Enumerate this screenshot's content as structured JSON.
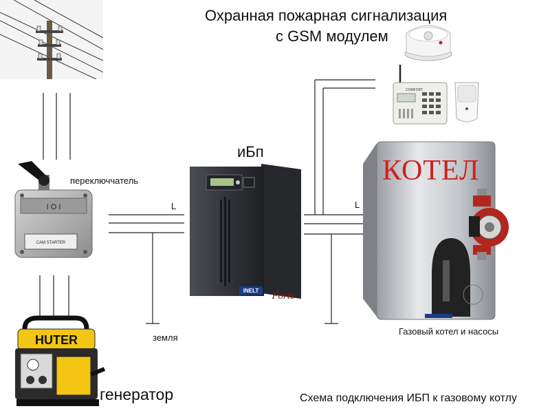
{
  "title": {
    "line1": "Охранная пожарная сигнализация",
    "line2": "с GSM модулем"
  },
  "labels": {
    "ups": "иБп",
    "switch": "переключчатель",
    "line_left": "L",
    "line_right": "L",
    "ground": "земля",
    "generator": "генератор",
    "boiler_caption": "Газовый котел и насосы",
    "footer": "Схема подключения ИБП к газовому котлу"
  },
  "boiler": {
    "title": "КОТЕЛ",
    "color": "#d21f1f"
  },
  "ups_device": {
    "brand": "INELT",
    "badge": "Forte"
  },
  "generator_device": {
    "brand": "HUTER"
  },
  "switch_device": {
    "marking": "I O I",
    "plate_text": "CAM STARTER"
  },
  "alarm_panel": {
    "brand": "COMFORT"
  },
  "colors": {
    "boiler_title": "#d21f1f",
    "pump": "#b3261e",
    "ups_body": "#3a3d42",
    "wire": "#222222"
  },
  "icons": [
    "power-pole-icon",
    "changeover-switch-icon",
    "generator-icon",
    "ups-icon",
    "boiler-icon",
    "pump-icon",
    "smoke-detector-icon",
    "alarm-panel-icon",
    "motion-sensor-icon"
  ]
}
